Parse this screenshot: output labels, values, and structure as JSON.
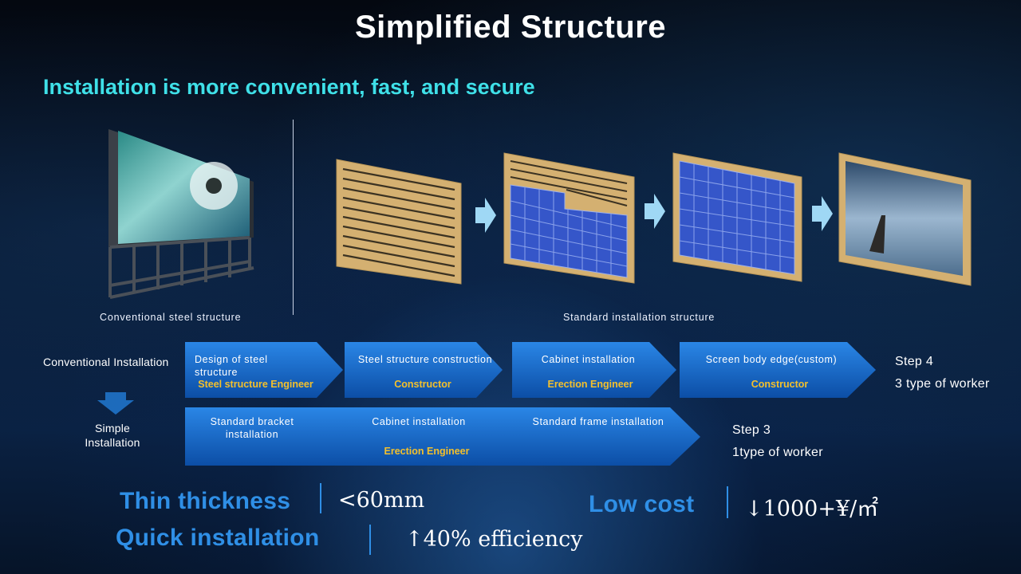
{
  "title": "Simplified Structure",
  "subtitle": "Installation is more convenient, fast, and secure",
  "captions": {
    "conventional": "Conventional steel structure",
    "standard": "Standard installation structure"
  },
  "conventional_row": {
    "label": "Conventional Installation",
    "steps": [
      {
        "text": "Design of steel structure",
        "role": "Steel structure Engineer"
      },
      {
        "text": "Steel structure construction",
        "role": "Constructor"
      },
      {
        "text": "Cabinet installation",
        "role": "Erection Engineer"
      },
      {
        "text": "Screen body edge(custom)",
        "role": "Constructor"
      }
    ],
    "step_count": "Step 4",
    "worker_count": "3 type of worker"
  },
  "simple_row": {
    "label": "Simple Installation",
    "steps": [
      {
        "text": "Standard bracket installation"
      },
      {
        "text": "Cabinet installation"
      },
      {
        "text": "Standard frame installation"
      }
    ],
    "role": "Erection Engineer",
    "step_count": "Step 3",
    "worker_count": "1type of worker"
  },
  "highlights": {
    "thin_label": "Thin thickness",
    "thin_value": "<60mm",
    "quick_label": "Quick installation",
    "quick_value": "↑40% efficiency",
    "cost_label": "Low cost",
    "cost_value": "↓1000+¥/㎡"
  },
  "colors": {
    "accent_cyan": "#3fe0e8",
    "accent_blue": "#2f8fe6",
    "role_gold": "#f3c02c",
    "chevron_blue": "#1b6fd0"
  },
  "icons": [
    "tv-on-steel-stand-image",
    "wooden-frame-image",
    "arrow-right-icon",
    "arrow-down-icon",
    "panel-grid-image",
    "landscape-screen-image"
  ]
}
